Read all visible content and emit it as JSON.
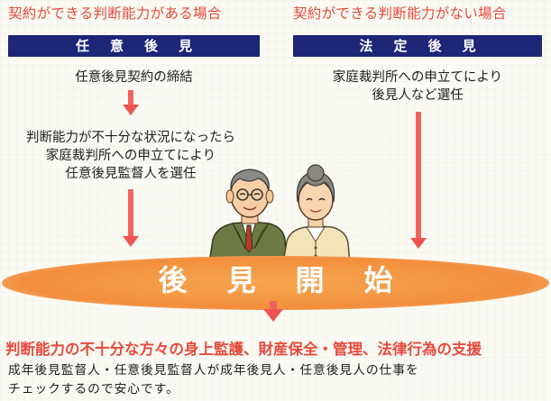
{
  "left": {
    "heading": "契約ができる判断能力がある場合",
    "pill": "任意後見",
    "step1": "任意後見契約の締結",
    "step2_lines": [
      "判断能力が不十分な状況になったら",
      "家庭裁判所への申立てにより",
      "任意後見監督人を選任"
    ]
  },
  "right": {
    "heading": "契約ができる判断能力がない場合",
    "pill": "法定後見",
    "step_lines": [
      "家庭裁判所への申立てにより",
      "後見人など選任"
    ]
  },
  "center": {
    "title": "後見開始"
  },
  "bottom": {
    "heading": "判断能力の不十分な方々の身上監護、財産保全・管理、法律行為の支援",
    "body_lines": [
      "成年後見監督人・任意後見監督人が成年後見人・任意後見人の仕事を",
      "チェックするので安心です。"
    ]
  },
  "colors": {
    "accent_red": "#e74a3b",
    "navy": "#1d2677",
    "orange": "#f49a45"
  }
}
